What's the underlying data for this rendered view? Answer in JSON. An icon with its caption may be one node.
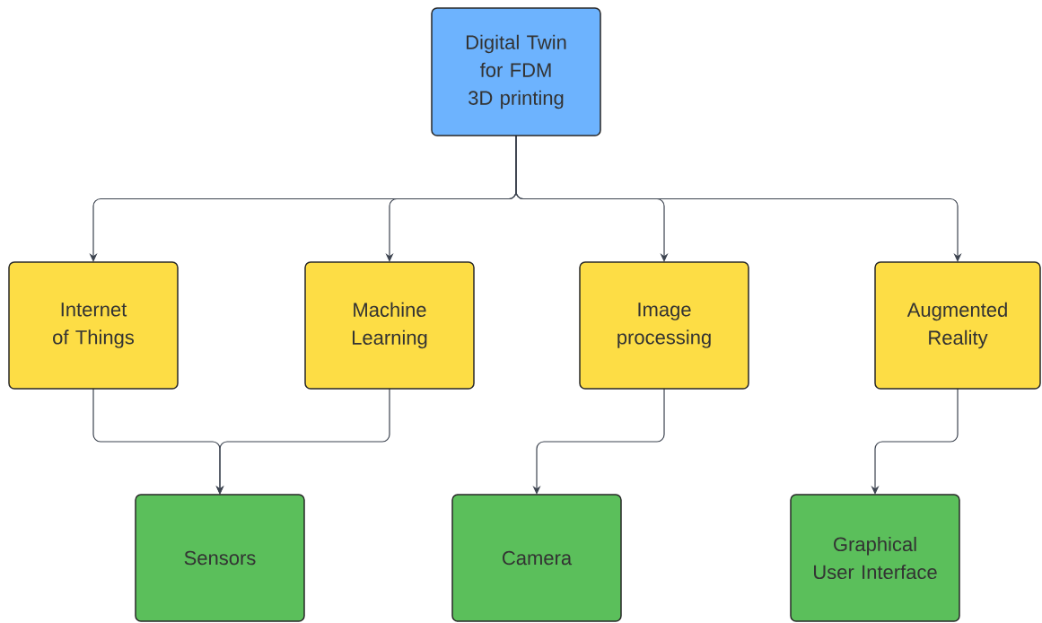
{
  "diagram": {
    "nodes": [
      {
        "text": [
          "Digital Twin for FDM 3D printing"
        ]
      },
      {
        "text": [
          "Internet of Things"
        ]
      },
      {
        "text": [
          "Machine Learning"
        ]
      },
      {
        "text": [
          "Image processing"
        ]
      },
      {
        "text": [
          "Augmented Reality"
        ]
      },
      {
        "text": [
          "Sensors"
        ]
      },
      {
        "text": [
          "Camera"
        ]
      },
      {
        "text": [
          "Graphical User Interface"
        ]
      }
    ],
    "edges": [
      {
        "from": 0,
        "to": 1,
        "arrow": "to"
      },
      {
        "from": 0,
        "to": 2,
        "arrow": "to"
      },
      {
        "from": 0,
        "to": 3,
        "arrow": "to"
      },
      {
        "from": 0,
        "to": 4,
        "arrow": "to"
      },
      {
        "from": 1,
        "to": 5,
        "arrow": "to"
      },
      {
        "from": 2,
        "to": 5,
        "arrow": "to"
      },
      {
        "from": 3,
        "to": 6,
        "arrow": "to"
      },
      {
        "from": 4,
        "to": 7,
        "arrow": "to"
      }
    ]
  }
}
